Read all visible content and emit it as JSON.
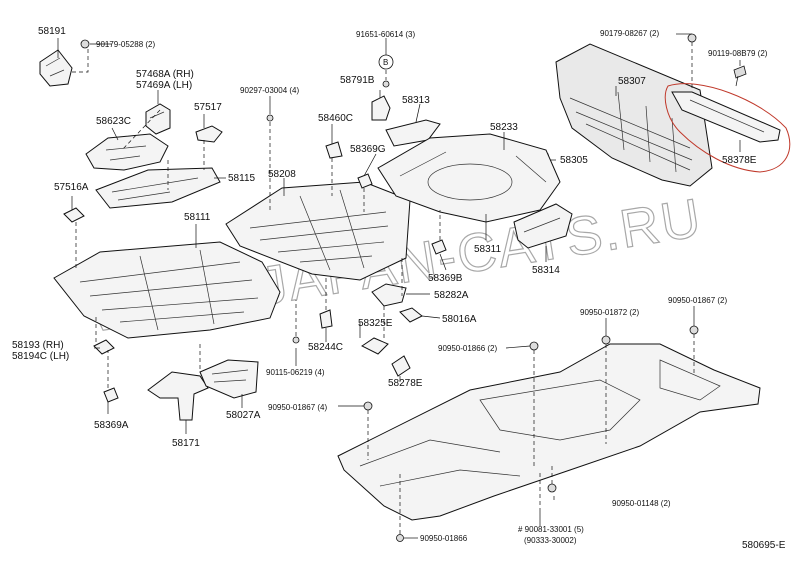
{
  "watermark": "WWW.JAPAN-CATS.RU",
  "diagram_code": "580695-E",
  "labels": {
    "p58191": "58191",
    "p90179_05288": "90179-05288 (2)",
    "p57468A": "57468A (RH)",
    "p57469A": "57469A (LH)",
    "p58623C": "58623C",
    "p57517": "57517",
    "p90297": "90297-03004 (4)",
    "p58791B": "58791B",
    "p91651": "91651-60614 (3)",
    "pB": "B",
    "p58313": "58313",
    "p58460C": "58460C",
    "p58369G": "58369G",
    "p58233": "58233",
    "p58305": "58305",
    "p90179_08267": "90179-08267 (2)",
    "p90119": "90119-08B79 (2)",
    "p58307": "58307",
    "p58378E": "58378E",
    "p58115": "58115",
    "p58208": "58208",
    "p57516A": "57516A",
    "p58111": "58111",
    "p58311": "58311",
    "p58314": "58314",
    "p58369B": "58369B",
    "p58282A": "58282A",
    "p58325E": "58325E",
    "p58016A": "58016A",
    "p58244C": "58244C",
    "p90950_01866_2": "90950-01866 (2)",
    "p58278E": "58278E",
    "p90950_01872": "90950-01872 (2)",
    "p90950_01867_2": "90950-01867 (2)",
    "p58193": "58193  (RH)",
    "p58194C": "58194C (LH)",
    "p90115": "90115-06219 (4)",
    "p58369A": "58369A",
    "p58171": "58171",
    "p58027A": "58027A",
    "p90950_01867_4": "90950-01867 (4)",
    "p90950_01148": "90950-01148 (2)",
    "p90950_01866": "90950-01866",
    "p90081": "# 90081-33001 (5)",
    "p90333": "(90333-30002)"
  }
}
